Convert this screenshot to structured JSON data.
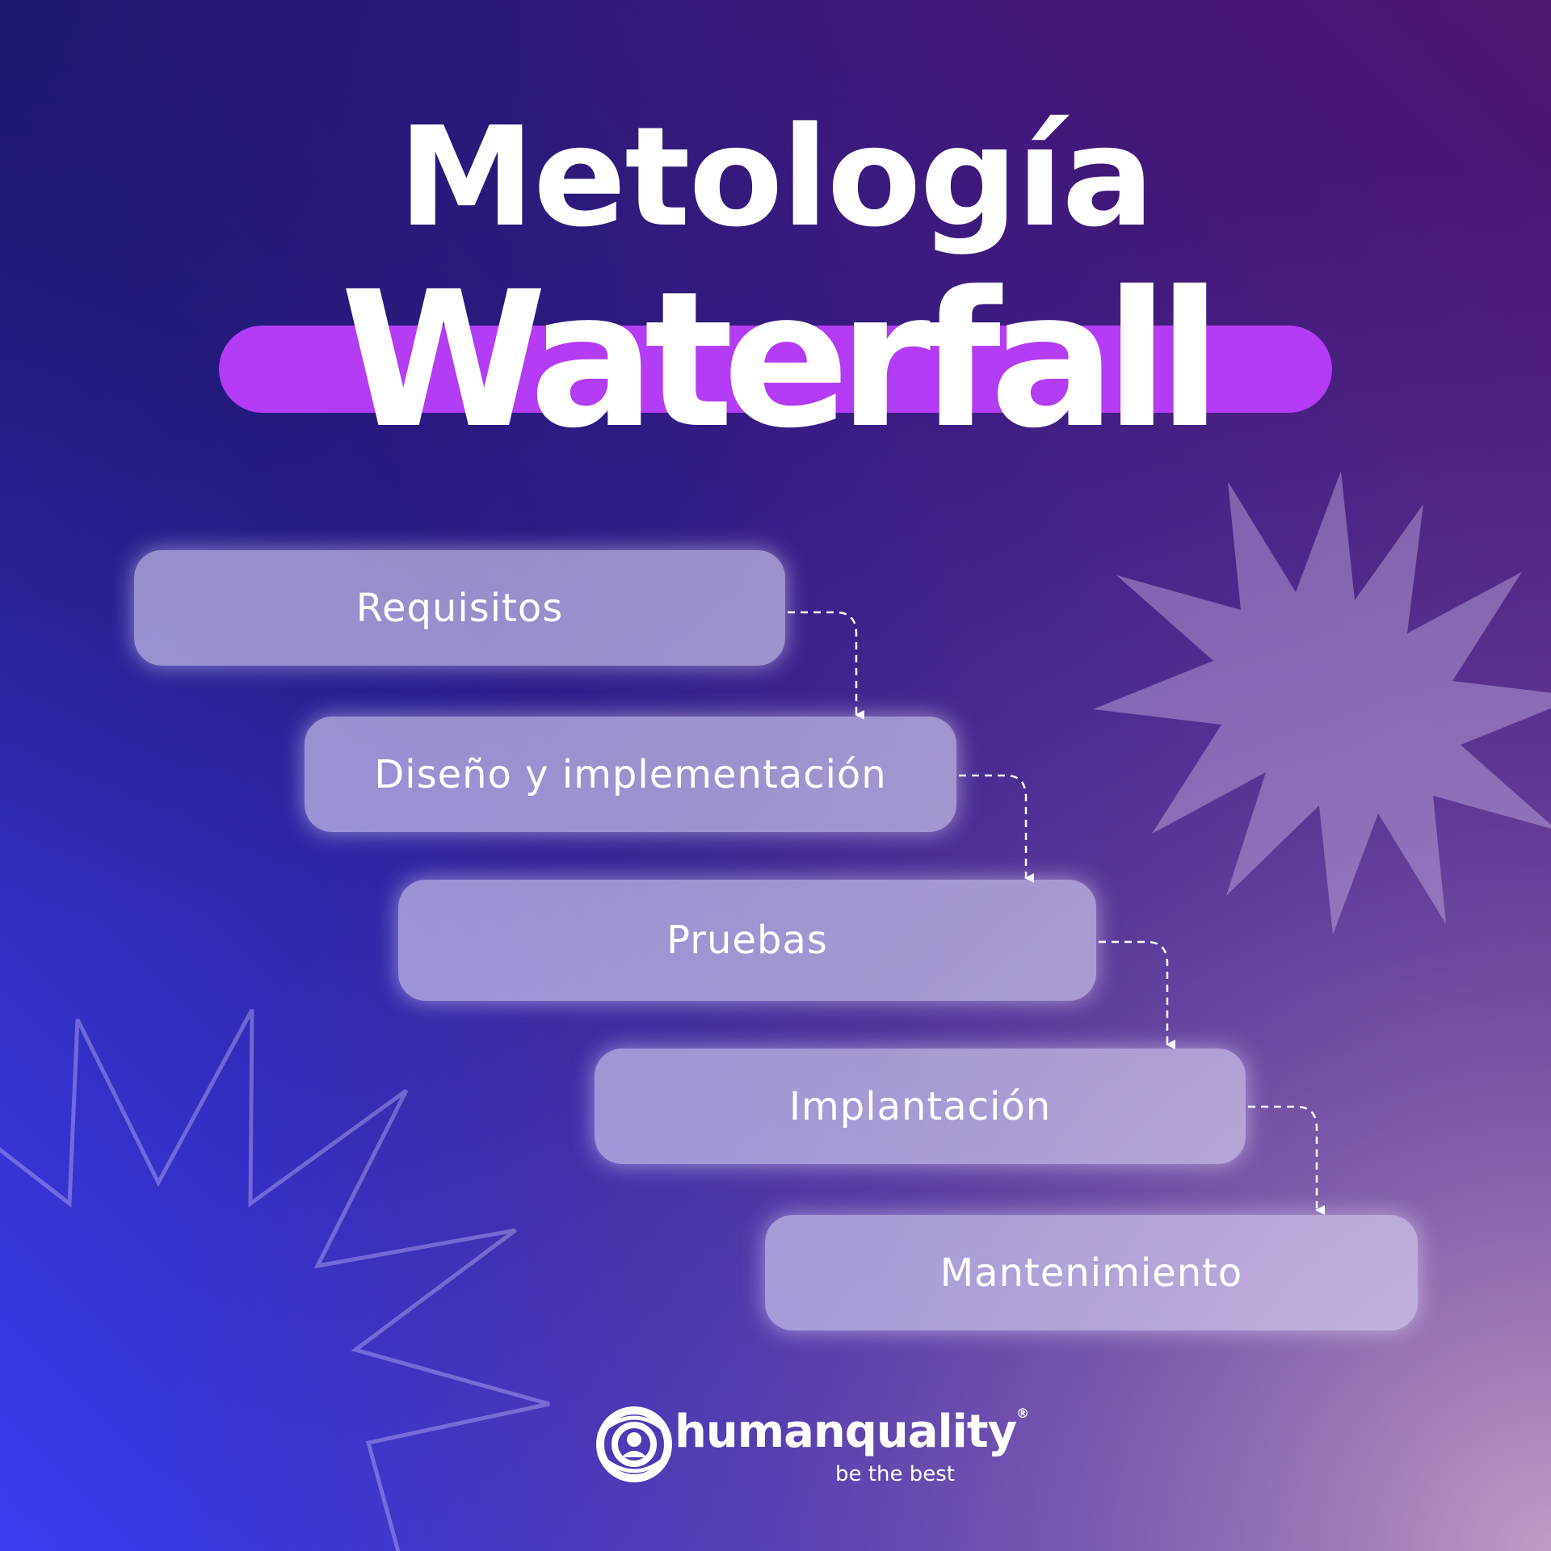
{
  "title": {
    "line1": "Metología",
    "line2": "Waterfall"
  },
  "steps": [
    {
      "label": "Requisitos"
    },
    {
      "label": "Diseño y implementación"
    },
    {
      "label": "Pruebas"
    },
    {
      "label": "Implantación"
    },
    {
      "label": "Mantenimiento"
    }
  ],
  "logo": {
    "name": "humanquality",
    "registered": "®",
    "tagline": "be the best",
    "icon": "humanquality-logo-icon"
  },
  "colors": {
    "accent_pill": "#b33cf4",
    "bg_top_left": "#1f1670",
    "bg_bottom_left": "#3a3ef0",
    "bg_bottom_right": "#c59ac8",
    "bg_top_right": "#4e1670",
    "step_fill": "#d8d3f0",
    "text": "#ffffff"
  }
}
